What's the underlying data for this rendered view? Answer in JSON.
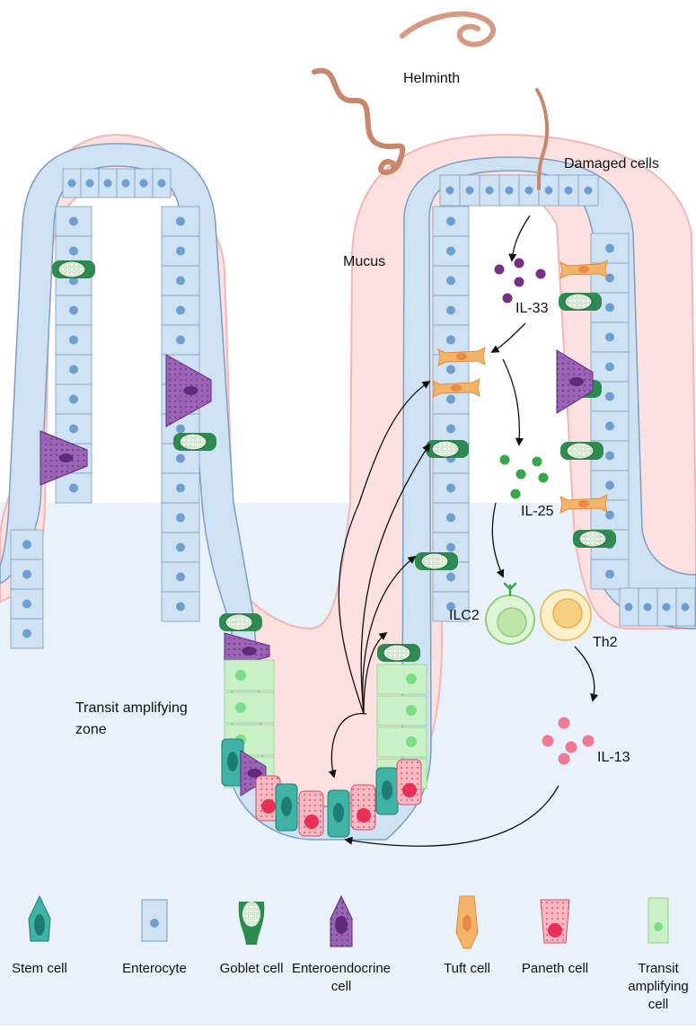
{
  "labels": {
    "helminth": "Helminth",
    "damaged_cells": "Damaged cells",
    "mucus": "Mucus",
    "il33": "IL-33",
    "il25": "IL-25",
    "ilc2": "ILC2",
    "th2": "Th2",
    "il13": "IL-13",
    "transit_zone_line1": "Transit amplifying",
    "transit_zone_line2": "zone"
  },
  "legend": [
    {
      "lines": [
        "Stem cell"
      ],
      "icon": "stem-cell-icon"
    },
    {
      "lines": [
        "Enterocyte"
      ],
      "icon": "enterocyte-icon"
    },
    {
      "lines": [
        "Goblet cell"
      ],
      "icon": "goblet-cell-icon"
    },
    {
      "lines": [
        "Enteroendocrine",
        "cell"
      ],
      "icon": "enteroendocrine-cell-icon"
    },
    {
      "lines": [
        "Tuft cell"
      ],
      "icon": "tuft-cell-icon"
    },
    {
      "lines": [
        "Paneth cell"
      ],
      "icon": "paneth-cell-icon"
    },
    {
      "lines": [
        "Transit",
        "amplifying",
        "cell"
      ],
      "icon": "transit-amplifying-cell-icon"
    }
  ],
  "colors": {
    "lumen": "#eef5fb",
    "mucus": "#fde0e0",
    "mucus_edge": "#f4b6b6",
    "enterocyte": "#cfe2f3",
    "enterocyte_edge": "#7d9fc0",
    "nucleus": "#6f9fd0",
    "goblet": "#2e8b4f",
    "enteroendocrine": "#8a4fa6",
    "tuft": "#f4b36a",
    "paneth": "#f27a8f",
    "stem": "#3fb3a5",
    "transit": "#c9f0c6",
    "il33": "#7a2f86",
    "il25": "#35a84a",
    "il13": "#f07a93",
    "helminth": "#c8876a"
  }
}
